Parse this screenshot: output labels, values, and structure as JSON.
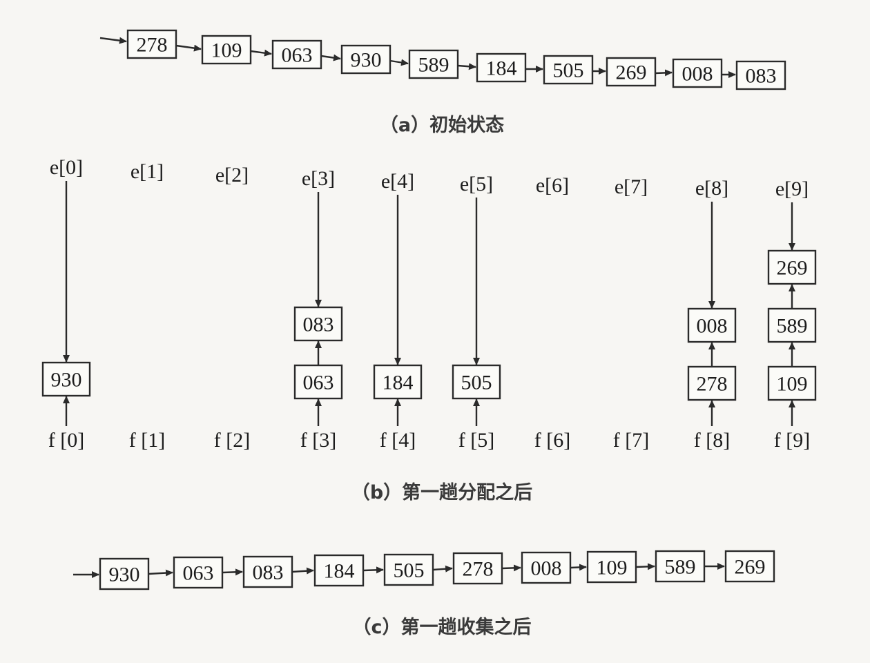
{
  "initial": {
    "caption": "（a）初始状态",
    "values": [
      "278",
      "109",
      "063",
      "930",
      "589",
      "184",
      "505",
      "269",
      "008",
      "083"
    ]
  },
  "distribution": {
    "caption": "（b）第一趟分配之后",
    "e_labels": [
      "e[0]",
      "e[1]",
      "e[2]",
      "e[3]",
      "e[4]",
      "e[5]",
      "e[6]",
      "e[7]",
      "e[8]",
      "e[9]"
    ],
    "f_labels": [
      "f [0]",
      "f [1]",
      "f [2]",
      "f [3]",
      "f [4]",
      "f [5]",
      "f [6]",
      "f [7]",
      "f [8]",
      "f [9]"
    ],
    "buckets": [
      [
        "930"
      ],
      [],
      [],
      [
        "063",
        "083"
      ],
      [
        "184"
      ],
      [
        "505"
      ],
      [],
      [],
      [
        "278",
        "008"
      ],
      [
        "109",
        "589",
        "269"
      ]
    ]
  },
  "collection": {
    "caption": "（c）第一趟收集之后",
    "values": [
      "930",
      "063",
      "083",
      "184",
      "505",
      "278",
      "008",
      "109",
      "589",
      "269"
    ]
  },
  "colors": {
    "ink": "#2a2a2a",
    "paper": "#f7f6f3",
    "box_fill": "#fbfbf8",
    "caption": "#3a3a3a"
  }
}
